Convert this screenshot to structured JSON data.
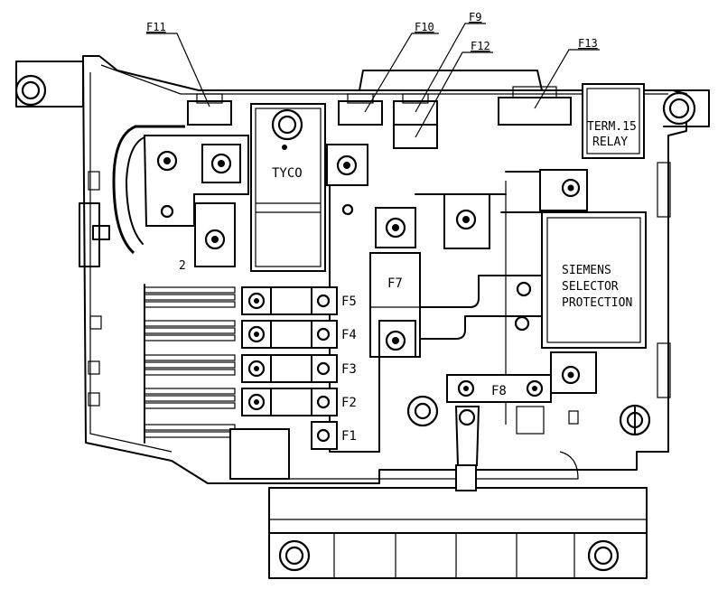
{
  "callouts": {
    "f11": "F11",
    "f10": "F10",
    "f9": "F9",
    "f12": "F12",
    "f13": "F13"
  },
  "labels": {
    "tyco": "TYCO",
    "term15_line1": "TERM.15",
    "term15_line2": "RELAY",
    "siemens_line1": "SIEMENS",
    "siemens_line2": "SELECTOR",
    "siemens_line3": "PROTECTION",
    "f7": "F7",
    "f8": "F8",
    "small_mark": "2"
  },
  "fuse_row": [
    {
      "id": "F5"
    },
    {
      "id": "F4"
    },
    {
      "id": "F3"
    },
    {
      "id": "F2"
    },
    {
      "id": "F1"
    }
  ]
}
